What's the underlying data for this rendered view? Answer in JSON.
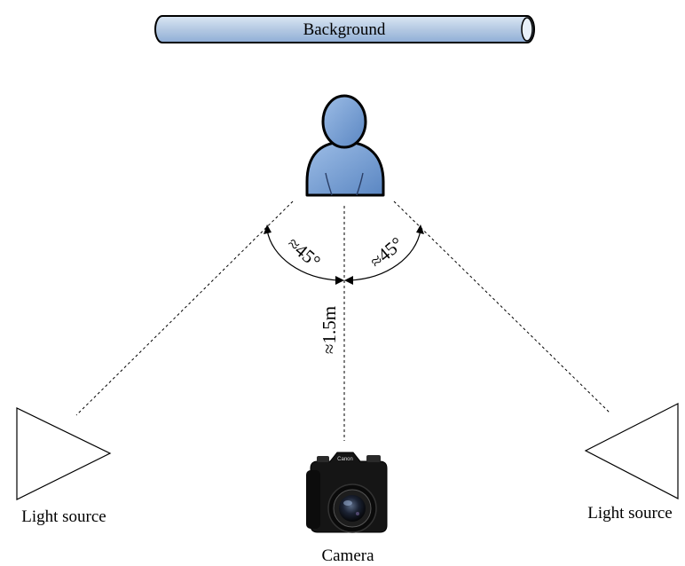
{
  "background": {
    "label": "Background",
    "fill_color": "#B8CCE4",
    "fill_color_light": "#DBE7F4",
    "fill_color_dark": "#8FAED6"
  },
  "subject": {
    "icon": "person-silhouette-icon",
    "fill_color": "#6F9BD1",
    "outline_color": "#000000"
  },
  "angles": {
    "left": "≈45°",
    "right": "≈45°"
  },
  "distance": {
    "label": "≈1.5m"
  },
  "lights": {
    "left": {
      "label": "Light source",
      "icon": "light-source-triangle-icon"
    },
    "right": {
      "label": "Light source",
      "icon": "light-source-triangle-icon"
    }
  },
  "camera": {
    "label": "Camera",
    "icon": "dslr-camera-icon",
    "brand_text": "Canon"
  }
}
